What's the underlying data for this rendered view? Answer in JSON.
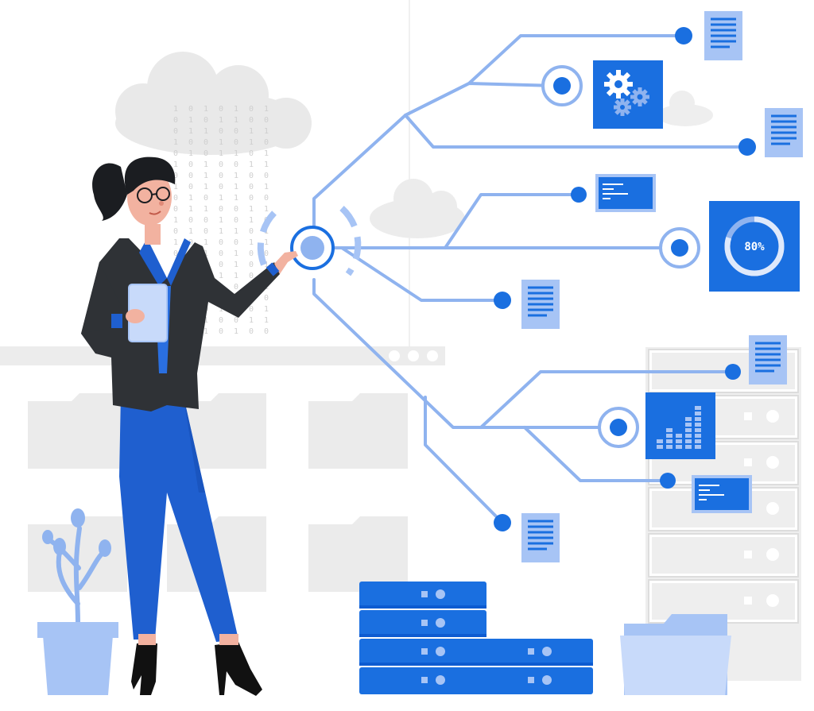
{
  "illustration": {
    "gauge_label": "80%",
    "gauge_value": 0.8,
    "binary_columns": [
      "1001010",
      "0110100",
      "1010011",
      "0101100",
      "1100101",
      "0011010",
      "1010110"
    ],
    "colors": {
      "accent": "#1a6fe0",
      "accent_dark": "#0d5bd1",
      "light_blue": "#a7c4f5",
      "line_blue": "#8fb3ef",
      "gray": "#e6e6e6",
      "suit": "#2f3236",
      "pants": "#1f5fcf",
      "skin": "#f2b2a0"
    }
  }
}
